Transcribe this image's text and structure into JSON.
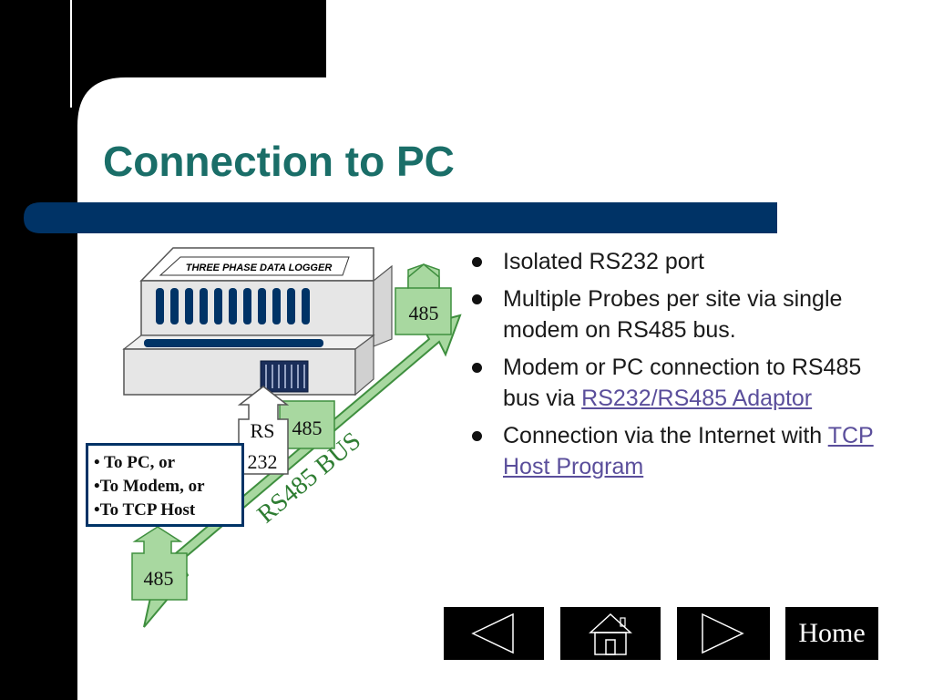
{
  "slide": {
    "title": "Connection to PC",
    "colors": {
      "frame": "#000000",
      "title": "#1a6e68",
      "bar": "#003366",
      "arrow_fill": "#a8d8a0",
      "arrow_stroke": "#3f8f3f",
      "link": "#5a4e9b"
    }
  },
  "bullets": [
    {
      "text": "Isolated RS232 port"
    },
    {
      "text": "Multiple Probes per site via single modem on RS485 bus."
    },
    {
      "text": "Modem or PC connection to RS485 bus via ",
      "link": "RS232/RS485 Adaptor"
    },
    {
      "text": "Connection via the Internet with ",
      "link": "TCP Host Program"
    }
  ],
  "diagram": {
    "device_label": "THREE PHASE DATA LOGGER",
    "arrow_labels": {
      "top_485": "485",
      "rs": "RS",
      "n232": "232",
      "mid_485": "485",
      "bottom_485": "485"
    },
    "bus_label": "RS485 BUS",
    "note_lines": [
      "• To PC, or",
      "•To Modem, or",
      "•To TCP Host"
    ]
  },
  "nav": {
    "prev_icon": "triangle-left-icon",
    "home_icon": "house-icon",
    "next_icon": "triangle-right-icon",
    "home_label": "Home"
  }
}
